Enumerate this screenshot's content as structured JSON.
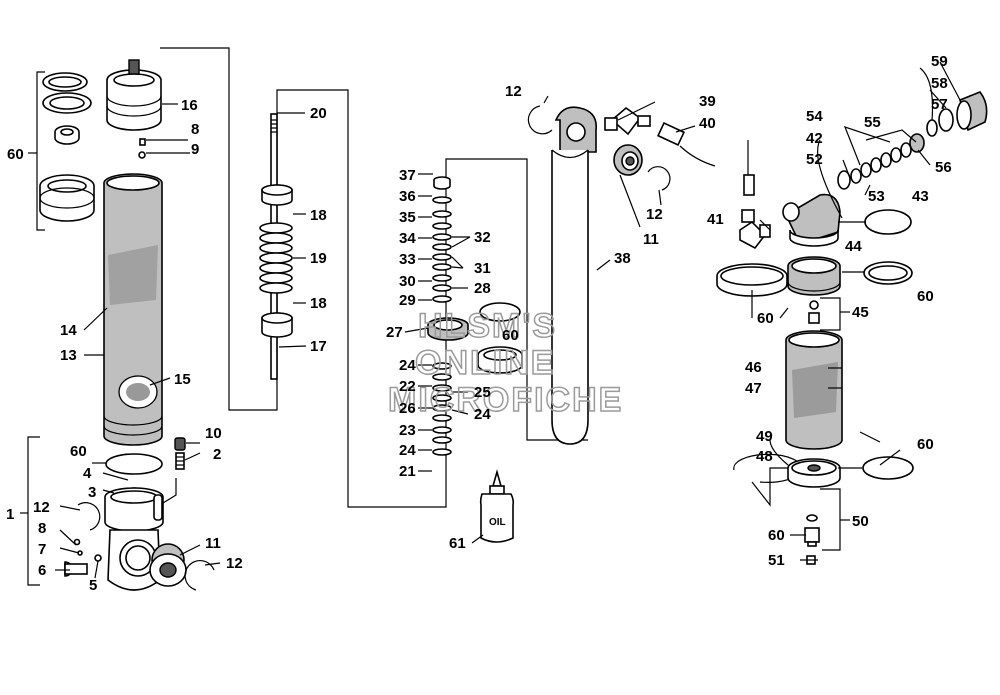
{
  "diagram": {
    "watermark": [
      "HLSM'S",
      "ONLINE",
      "MICROFICHE"
    ],
    "oil_bottle_label": "OIL",
    "callouts": [
      {
        "id": "c60a",
        "text": "60"
      },
      {
        "id": "c16",
        "text": "16"
      },
      {
        "id": "c8a",
        "text": "8"
      },
      {
        "id": "c9",
        "text": "9"
      },
      {
        "id": "c14",
        "text": "14"
      },
      {
        "id": "c13",
        "text": "13"
      },
      {
        "id": "c15",
        "text": "15"
      },
      {
        "id": "c10",
        "text": "10"
      },
      {
        "id": "c2",
        "text": "2"
      },
      {
        "id": "c60b",
        "text": "60"
      },
      {
        "id": "c4",
        "text": "4"
      },
      {
        "id": "c3",
        "text": "3"
      },
      {
        "id": "c1",
        "text": "1"
      },
      {
        "id": "c12a",
        "text": "12"
      },
      {
        "id": "c8b",
        "text": "8"
      },
      {
        "id": "c7",
        "text": "7"
      },
      {
        "id": "c6",
        "text": "6"
      },
      {
        "id": "c5",
        "text": "5"
      },
      {
        "id": "c11a",
        "text": "11"
      },
      {
        "id": "c12b",
        "text": "12"
      },
      {
        "id": "c20",
        "text": "20"
      },
      {
        "id": "c18a",
        "text": "18"
      },
      {
        "id": "c19",
        "text": "19"
      },
      {
        "id": "c18b",
        "text": "18"
      },
      {
        "id": "c17",
        "text": "17"
      },
      {
        "id": "c12c",
        "text": "12"
      },
      {
        "id": "c37",
        "text": "37"
      },
      {
        "id": "c36",
        "text": "36"
      },
      {
        "id": "c35",
        "text": "35"
      },
      {
        "id": "c34",
        "text": "34"
      },
      {
        "id": "c32",
        "text": "32"
      },
      {
        "id": "c33",
        "text": "33"
      },
      {
        "id": "c31",
        "text": "31"
      },
      {
        "id": "c30",
        "text": "30"
      },
      {
        "id": "c28",
        "text": "28"
      },
      {
        "id": "c29",
        "text": "29"
      },
      {
        "id": "c27",
        "text": "27"
      },
      {
        "id": "c60c",
        "text": "60"
      },
      {
        "id": "c24a",
        "text": "24"
      },
      {
        "id": "c22",
        "text": "22"
      },
      {
        "id": "c25",
        "text": "25"
      },
      {
        "id": "c26",
        "text": "26"
      },
      {
        "id": "c24b",
        "text": "24"
      },
      {
        "id": "c23",
        "text": "23"
      },
      {
        "id": "c24c",
        "text": "24"
      },
      {
        "id": "c21",
        "text": "21"
      },
      {
        "id": "c61",
        "text": "61"
      },
      {
        "id": "c39",
        "text": "39"
      },
      {
        "id": "c40",
        "text": "40"
      },
      {
        "id": "c12d",
        "text": "12"
      },
      {
        "id": "c11b",
        "text": "11"
      },
      {
        "id": "c38",
        "text": "38"
      },
      {
        "id": "c59",
        "text": "59"
      },
      {
        "id": "c58",
        "text": "58"
      },
      {
        "id": "c57",
        "text": "57"
      },
      {
        "id": "c54",
        "text": "54"
      },
      {
        "id": "c55",
        "text": "55"
      },
      {
        "id": "c42",
        "text": "42"
      },
      {
        "id": "c52",
        "text": "52"
      },
      {
        "id": "c56",
        "text": "56"
      },
      {
        "id": "c53",
        "text": "53"
      },
      {
        "id": "c43",
        "text": "43"
      },
      {
        "id": "c41",
        "text": "41"
      },
      {
        "id": "c44",
        "text": "44"
      },
      {
        "id": "c60d",
        "text": "60"
      },
      {
        "id": "c60e",
        "text": "60"
      },
      {
        "id": "c45",
        "text": "45"
      },
      {
        "id": "c46",
        "text": "46"
      },
      {
        "id": "c47",
        "text": "47"
      },
      {
        "id": "c49",
        "text": "49"
      },
      {
        "id": "c48",
        "text": "48"
      },
      {
        "id": "c60f",
        "text": "60"
      },
      {
        "id": "c50",
        "text": "50"
      },
      {
        "id": "c60g",
        "text": "60"
      },
      {
        "id": "c51",
        "text": "51"
      }
    ]
  }
}
